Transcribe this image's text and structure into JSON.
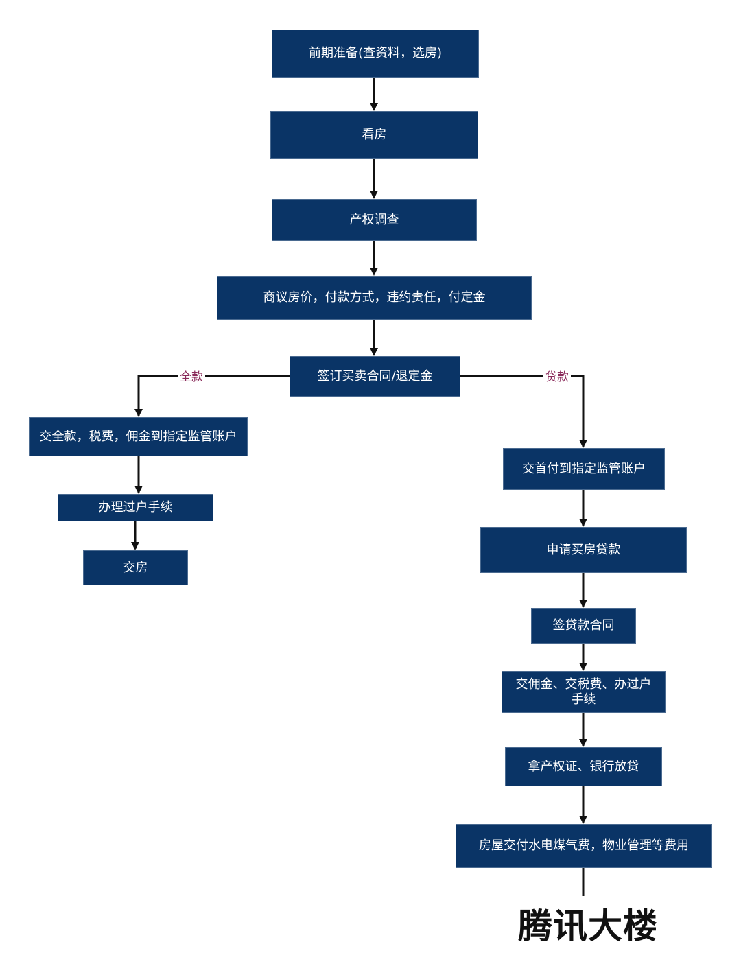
{
  "colors": {
    "node_fill": "#0a3466",
    "node_text": "#ffffff",
    "edge": "#111111",
    "edge_label": "#8a2a5a"
  },
  "nodes": {
    "prep": "前期准备(查资料，选房)",
    "viewing": "看房",
    "title_check": "产权调查",
    "negotiate": "商议房价，付款方式，违约责任，付定金",
    "sign_contract": "签订买卖合同/退定金",
    "full_pay": "交全款，税费，佣金到指定监管账户",
    "transfer": "办理过户手续",
    "handover": "交房",
    "down_pay": "交首付到指定监管账户",
    "apply_loan": "申请买房贷款",
    "loan_contract": "签贷款合同",
    "fees_transfer": "交佣金、交税费、办过户手续",
    "cert_loan": "拿产权证、银行放贷",
    "handover_fees": "房屋交付水电煤气费，物业管理等费用"
  },
  "edge_labels": {
    "full": "全款",
    "loan": "贷款"
  },
  "watermark": "腾讯大楼"
}
